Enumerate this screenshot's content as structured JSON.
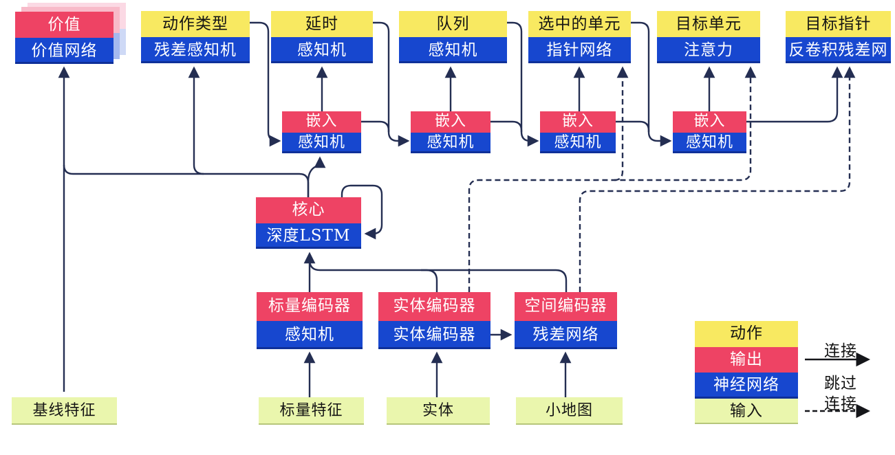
{
  "nodes": {
    "value": {
      "top": "价值",
      "bottom": "价值网络"
    },
    "action_type": {
      "top": "动作类型",
      "bottom": "残差感知机"
    },
    "delay": {
      "top": "延时",
      "bottom": "感知机"
    },
    "queue": {
      "top": "队列",
      "bottom": "感知机"
    },
    "selected_units": {
      "top": "选中的单元",
      "bottom": "指针网络"
    },
    "target_unit": {
      "top": "目标单元",
      "bottom": "注意力"
    },
    "target_point": {
      "top": "目标指针",
      "bottom": "反卷积残差网"
    },
    "embed_1": {
      "top": "嵌入",
      "bottom": "感知机"
    },
    "embed_2": {
      "top": "嵌入",
      "bottom": "感知机"
    },
    "embed_3": {
      "top": "嵌入",
      "bottom": "感知机"
    },
    "embed_4": {
      "top": "嵌入",
      "bottom": "感知机"
    },
    "core": {
      "top": "核心",
      "bottom": "深度LSTM"
    },
    "scalar_encoder": {
      "top": "标量编码器",
      "bottom": "感知机"
    },
    "entity_encoder": {
      "top": "实体编码器",
      "bottom": "实体编码器"
    },
    "spatial_encoder": {
      "top": "空间编码器",
      "bottom": "残差网络"
    },
    "baseline_features": {
      "label": "基线特征"
    },
    "scalar_features": {
      "label": "标量特征"
    },
    "entities": {
      "label": "实体"
    },
    "minimap": {
      "label": "小地图"
    }
  },
  "legend": {
    "action": "动作",
    "output": "输出",
    "network": "神经网络",
    "input": "输入",
    "connection_label": "连接",
    "skip_label_line1": "跳过",
    "skip_label_line2": "连接"
  },
  "colors": {
    "action_yellow": "#f8e961",
    "output_red": "#ee4364",
    "network_blue": "#1747cf",
    "input_green": "#eaf6ad",
    "connector_navy": "#242e52",
    "legend_arrow_black": "#15161a",
    "value_shadow_pink": "#f8bac9",
    "value_shadow_pink_light": "#fbd9e4",
    "value_shadow_blue": "#a5b9ef",
    "value_shadow_blue_light": "#ced9f6"
  }
}
